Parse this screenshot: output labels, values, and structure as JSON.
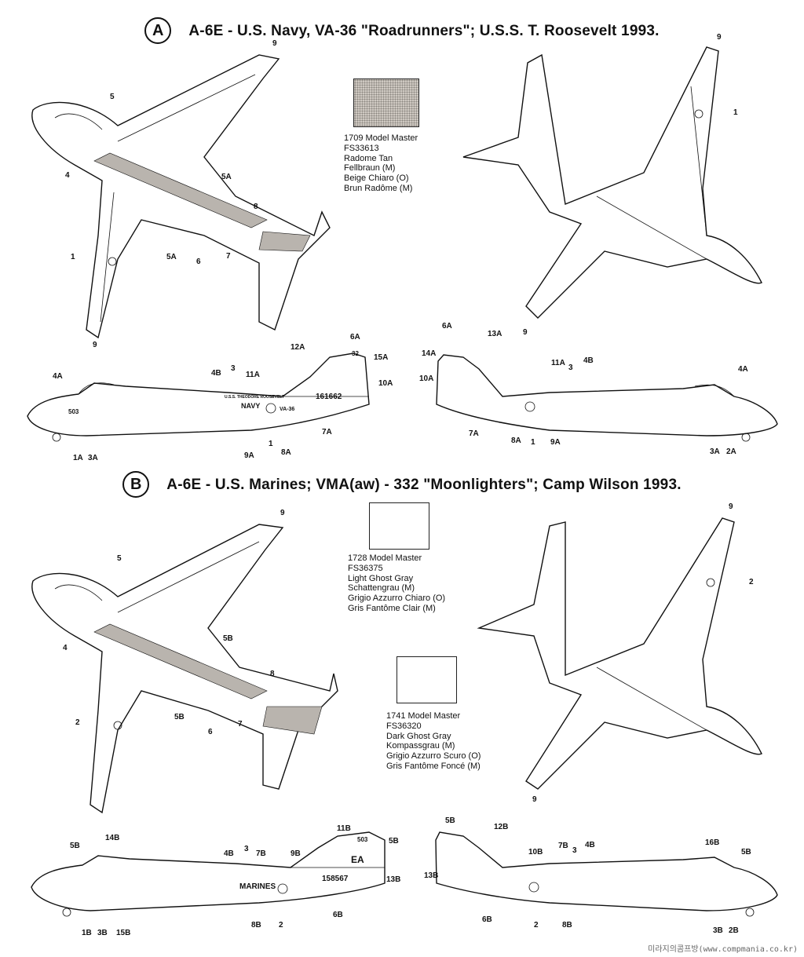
{
  "sections": [
    {
      "badge": "A",
      "title": "A-6E - U.S. Navy, VA-36 \"Roadrunners\"; U.S.S. T. Roosevelt 1993.",
      "paints": [
        {
          "swatch": "tan",
          "lines": [
            "1709 Model Master",
            "FS33613",
            "Radome Tan",
            "Fellbraun (M)",
            "Beige Chiaro (O)",
            "Brun Radôme (M)"
          ]
        }
      ],
      "top_view_labels": [
        "9",
        "5",
        "4",
        "1",
        "9",
        "5A",
        "5A",
        "6",
        "8",
        "7"
      ],
      "bottom_view_labels": [
        "9",
        "1",
        "9"
      ],
      "side_left_labels": [
        "4A",
        "1A",
        "3A",
        "4B",
        "3",
        "11A",
        "12A",
        "6A",
        "15A",
        "10A",
        "7A",
        "9A",
        "1",
        "8A"
      ],
      "side_right_labels": [
        "6A",
        "13A",
        "14A",
        "10A",
        "7A",
        "8A",
        "1",
        "9A",
        "11A",
        "3",
        "4B",
        "4A",
        "3A",
        "2A"
      ],
      "markings": [
        "NAVY",
        "161662",
        "32",
        "VA-36",
        "U.S.S. THEODORE ROOSEVELT",
        "503"
      ]
    },
    {
      "badge": "B",
      "title": "A-6E - U.S. Marines; VMA(aw) - 332 \"Moonlighters\"; Camp Wilson 1993.",
      "paints": [
        {
          "swatch": "white",
          "lines": [
            "1728 Model Master",
            "FS36375",
            "Light Ghost Gray",
            "Schattengrau (M)",
            "Grigio Azzurro Chiaro (O)",
            "Gris Fantôme Clair (M)"
          ]
        },
        {
          "swatch": "white",
          "lines": [
            "1741 Model Master",
            "FS36320",
            "Dark Ghost Gray",
            "Kompassgrau (M)",
            "Grigio Azzurro Scuro (O)",
            "Gris Fantôme Foncé (M)"
          ]
        }
      ],
      "top_view_labels": [
        "9",
        "5",
        "4",
        "2",
        "5B",
        "5B",
        "6",
        "8",
        "7"
      ],
      "bottom_view_labels": [
        "9",
        "2",
        "9"
      ],
      "side_left_labels": [
        "5B",
        "14B",
        "1B",
        "3B",
        "15B",
        "4B",
        "3",
        "7B",
        "9B",
        "11B",
        "5B",
        "13B",
        "8B",
        "2",
        "6B"
      ],
      "side_right_labels": [
        "5B",
        "12B",
        "13B",
        "10B",
        "6B",
        "2",
        "7B",
        "3",
        "4B",
        "8B",
        "16B",
        "5B",
        "3B",
        "2B"
      ],
      "markings": [
        "MARINES",
        "158567",
        "503",
        "EA"
      ]
    }
  ],
  "footer": "미라지의콤프방(www.compmania.co.kr)"
}
